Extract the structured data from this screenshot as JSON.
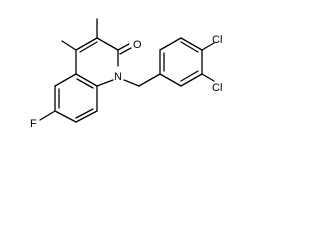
{
  "structure": {
    "atoms": {
      "o_label": "O",
      "n_label": "N",
      "f_label": "F",
      "cl_top_label": "Cl",
      "cl_bottom_label": "Cl"
    }
  }
}
